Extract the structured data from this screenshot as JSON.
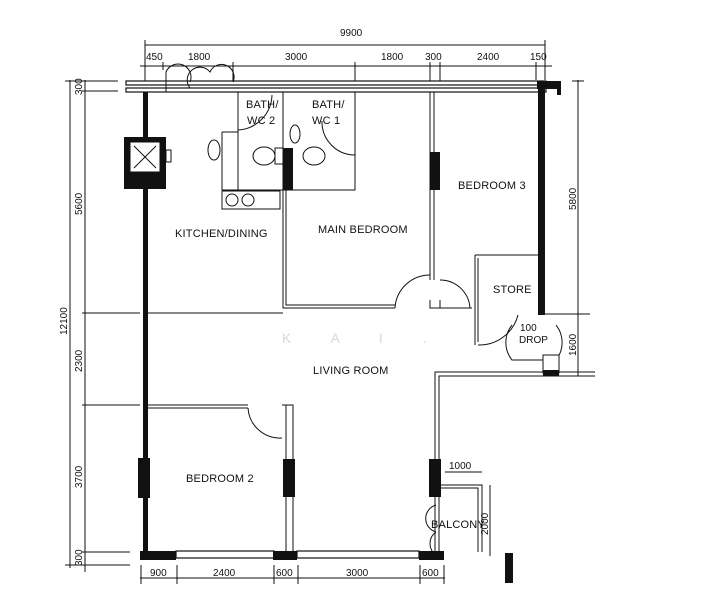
{
  "plan": {
    "watermark": "K A I .",
    "rooms": {
      "bath2": [
        "BATH/",
        "WC 2"
      ],
      "bath1": [
        "BATH/",
        "WC 1"
      ],
      "bedroom3": "BEDROOM 3",
      "kitchen": "KITCHEN/DINING",
      "main_bedroom": "MAIN BEDROOM",
      "store": "STORE",
      "drop": [
        "100",
        "DROP"
      ],
      "living": "LIVING ROOM",
      "bedroom2": "BEDROOM 2",
      "balcony": "BALCONY"
    },
    "dimensions": {
      "top_total": "9900",
      "top": [
        "450",
        "1800",
        "3000",
        "1800",
        "300",
        "2400",
        "150"
      ],
      "left_total": "12100",
      "left": [
        "300",
        "5600",
        "2300",
        "3700",
        "300"
      ],
      "right": [
        "5800",
        "1600"
      ],
      "bottom": [
        "900",
        "2400",
        "600",
        "3000",
        "600"
      ],
      "balcony_width": "1000",
      "balcony_depth": "2000"
    }
  }
}
